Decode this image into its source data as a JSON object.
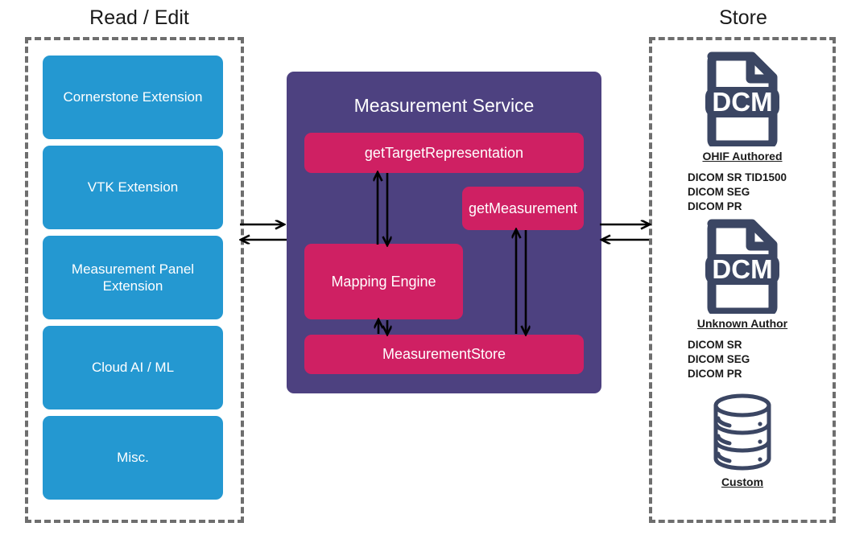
{
  "diagram": {
    "title_left": "Read / Edit",
    "title_right": "Store",
    "colors": {
      "blue": "#2498d1",
      "purple": "#4d4180",
      "crimson": "#cf2063",
      "navy": "#3b4663",
      "dash_gray": "#6e6e6e",
      "text_dark": "#1a1a1a",
      "text_light": "#ffffff"
    }
  },
  "read_edit": {
    "label": "Read / Edit",
    "boxes": [
      {
        "label": "Cornerstone Extension"
      },
      {
        "label": "VTK Extension"
      },
      {
        "label": "Measurement Panel Extension"
      },
      {
        "label": "Cloud AI / ML"
      },
      {
        "label": "Misc."
      }
    ]
  },
  "service": {
    "title": "Measurement Service",
    "boxes": {
      "get_target_representation": "getTargetRepresentation",
      "get_measurement": "getMeasurement",
      "mapping_engine": "Mapping Engine",
      "measurement_store": "MeasurementStore"
    }
  },
  "store": {
    "label": "Store",
    "items": [
      {
        "icon": "dcm-file-icon",
        "icon_text": "DCM",
        "caption": "OHIF Authored",
        "formats": [
          "DICOM SR TID1500",
          "DICOM SEG",
          "DICOM PR"
        ]
      },
      {
        "icon": "dcm-file-icon",
        "icon_text": "DCM",
        "caption": "Unknown Author",
        "formats": [
          "DICOM SR",
          "DICOM SEG",
          "DICOM PR"
        ]
      },
      {
        "icon": "database-cylinder-icon",
        "icon_text": "",
        "caption": "Custom",
        "formats": []
      }
    ]
  },
  "connectors": [
    {
      "name": "read-edit-to-service",
      "direction": "right",
      "style": "solid-arrow"
    },
    {
      "name": "service-to-read-edit",
      "direction": "left",
      "style": "solid-arrow"
    },
    {
      "name": "service-to-store",
      "direction": "right",
      "style": "solid-arrow"
    },
    {
      "name": "store-to-service",
      "direction": "left",
      "style": "solid-arrow"
    },
    {
      "name": "get-target-representation-to-mapping-engine",
      "direction": "bidirectional-vertical"
    },
    {
      "name": "mapping-engine-to-measurement-store",
      "direction": "bidirectional-vertical"
    },
    {
      "name": "get-measurement-to-measurement-store",
      "direction": "bidirectional-vertical"
    }
  ]
}
